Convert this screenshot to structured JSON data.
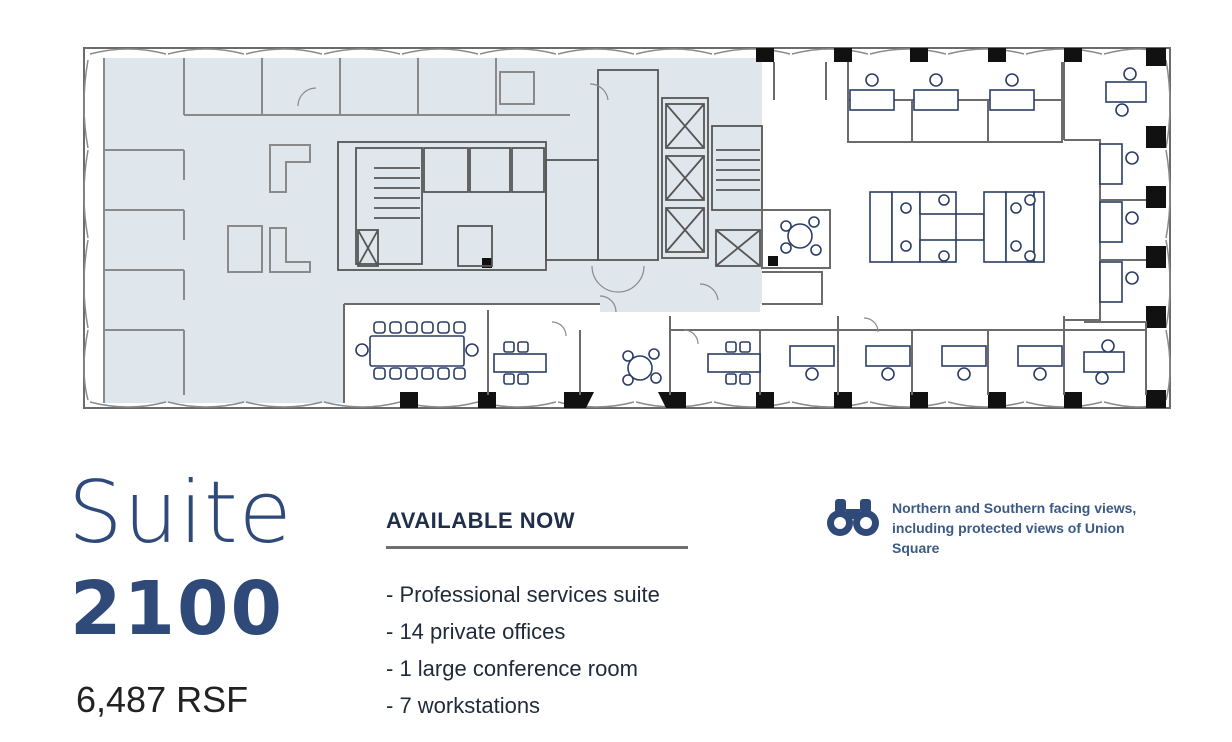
{
  "suite": {
    "word": "Suite",
    "number": "2100",
    "rsf": "6,487 RSF"
  },
  "availability": {
    "heading": "AVAILABLE NOW"
  },
  "features": [
    "- Professional services suite",
    "- 14 private offices",
    "- 1 large conference room",
    "- 7 workstations"
  ],
  "views": {
    "text": "Northern and Southern facing views, including protected views of Union Square",
    "icon": "binoculars-icon"
  },
  "colors": {
    "brand": "#2f4a78",
    "plan_line": "#2b2b2b",
    "shaded_area": "#dfe6ec",
    "furniture": "#2c3e66"
  }
}
